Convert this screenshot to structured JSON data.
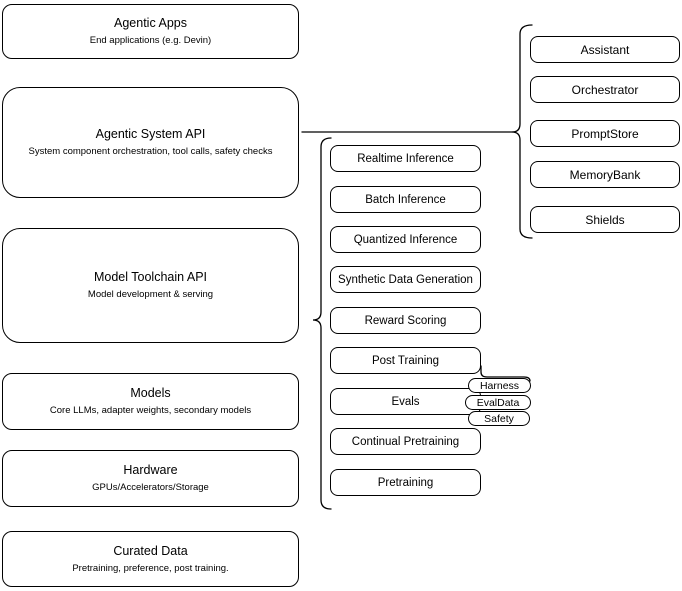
{
  "left": [
    {
      "title": "Agentic Apps",
      "subtitle": "End applications (e.g. Devin)"
    },
    {
      "title": "Agentic System API",
      "subtitle": "System component orchestration, tool calls, safety checks"
    },
    {
      "title": "Model Toolchain API",
      "subtitle": "Model development & serving"
    },
    {
      "title": "Models",
      "subtitle": "Core LLMs, adapter weights, secondary models"
    },
    {
      "title": "Hardware",
      "subtitle": "GPUs/Accelerators/Storage"
    },
    {
      "title": "Curated Data",
      "subtitle": "Pretraining, preference, post training."
    }
  ],
  "toolchain_items": [
    "Realtime Inference",
    "Batch Inference",
    "Quantized Inference",
    "Synthetic Data Generation",
    "Reward Scoring",
    "Post Training",
    "Evals",
    "Continual Pretraining",
    "Pretraining"
  ],
  "system_components": [
    "Assistant",
    "Orchestrator",
    "PromptStore",
    "MemoryBank",
    "Shields"
  ],
  "evals_tags": [
    "Harness",
    "EvalData",
    "Safety"
  ],
  "colors": {
    "stroke": "#000000",
    "background": "#ffffff"
  }
}
